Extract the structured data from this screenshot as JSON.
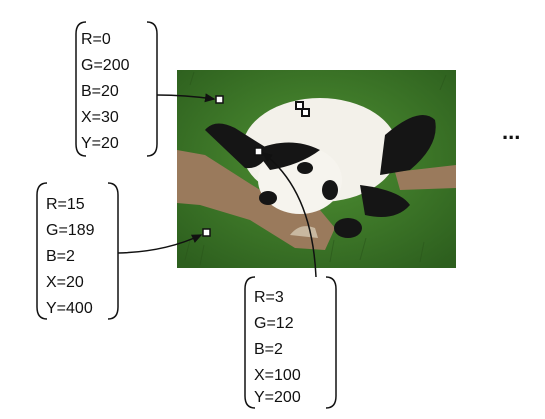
{
  "callouts": [
    {
      "id": "top-left",
      "lines": [
        "R=0",
        "G=200",
        "B=20",
        "X=30",
        "Y=20"
      ]
    },
    {
      "id": "left",
      "lines": [
        "R=15",
        "G=189",
        "B=2",
        "X=20",
        "Y=400"
      ]
    },
    {
      "id": "bottom",
      "lines": [
        "R=3",
        "G=12",
        "B=2",
        "X=100",
        "Y=200"
      ]
    }
  ],
  "ellipsis": "...",
  "photo": {
    "subject": "panda-on-branch-photo"
  },
  "colors": {
    "grass": "#3f7d2a",
    "grass_dark": "#2c5e1d",
    "panda_white": "#f3f1ea",
    "panda_black": "#151515",
    "branch": "#9a7a5c",
    "stroke": "#111111"
  }
}
